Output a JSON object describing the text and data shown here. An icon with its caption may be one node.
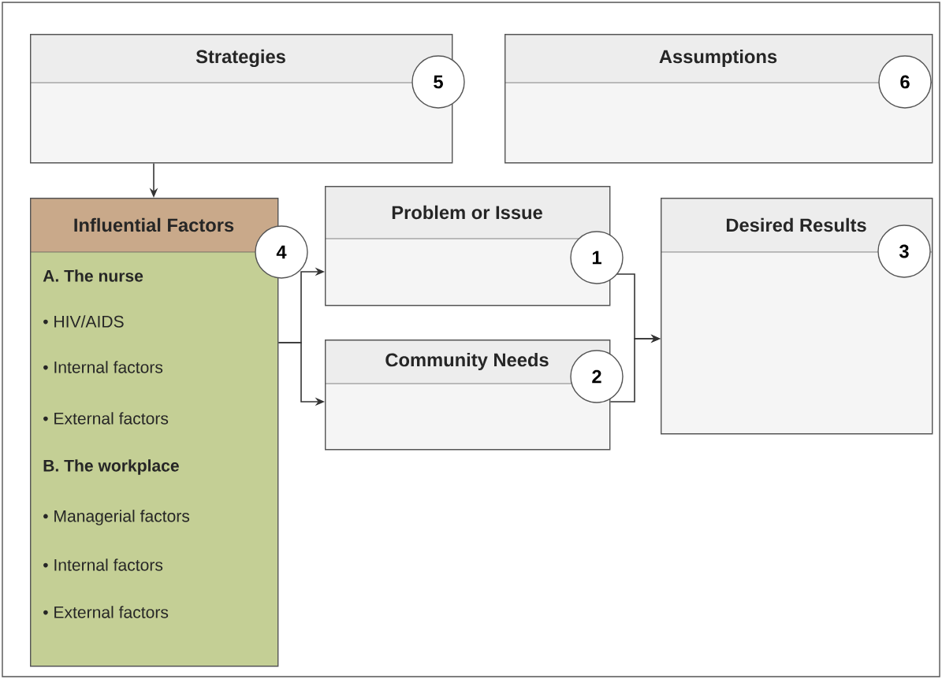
{
  "diagram": {
    "nodes": [
      {
        "text": [
          "Strategies"
        ]
      },
      {
        "text": [
          "Assumptions"
        ]
      },
      {
        "text": [
          "Influential Factors",
          "A. The nurse",
          "• HIV/AIDS",
          "• Internal factors",
          "• External factors",
          "B. The workplace",
          "• Managerial factors",
          "• Internal factors",
          "• External factors"
        ]
      },
      {
        "text": [
          "Problem or Issue"
        ]
      },
      {
        "text": [
          "Community Needs"
        ]
      },
      {
        "text": [
          "Desired Results"
        ]
      }
    ],
    "edges": [
      {
        "from": 0,
        "to": 2,
        "arrow": "to"
      },
      {
        "from": 2,
        "to": 3,
        "arrow": "to"
      },
      {
        "from": 2,
        "to": 4,
        "arrow": "to"
      },
      {
        "from": 3,
        "to": 5,
        "arrow": "to"
      },
      {
        "from": 4,
        "to": 5,
        "arrow": "to"
      }
    ],
    "labels": [
      "5",
      "6",
      "4",
      "1",
      "3",
      "2"
    ]
  }
}
